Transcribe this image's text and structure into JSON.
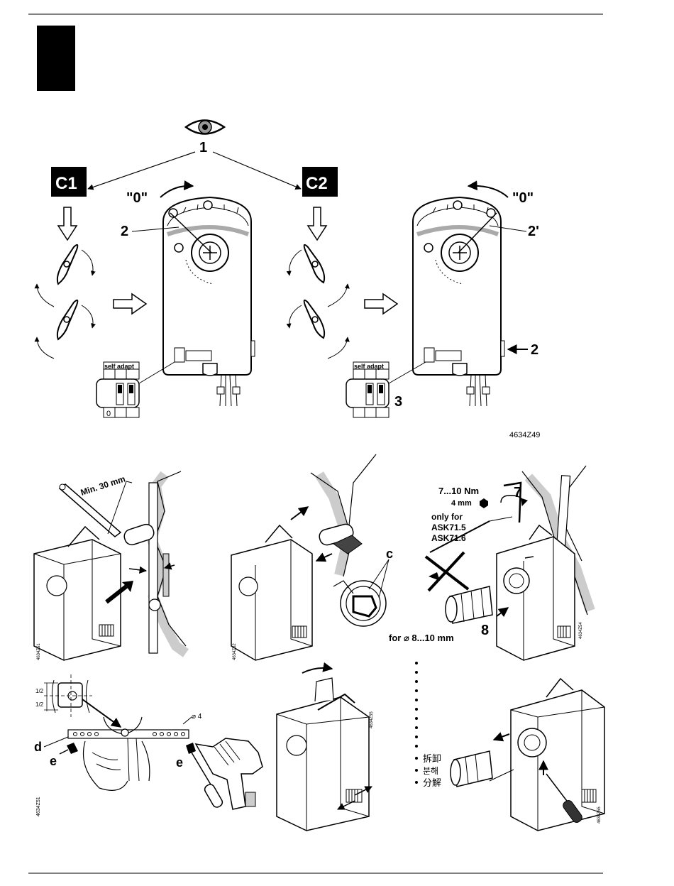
{
  "labels": {
    "c1": "C1",
    "c2": "C2",
    "step_1": "1",
    "step_2_left": "2",
    "step_2_prime": "2'",
    "step_2_right": "2",
    "step_3": "3",
    "zero_left": "\"0\"",
    "zero_right": "\"0\"",
    "self_adapt_left": "self adapt",
    "self_adapt_right": "self adapt",
    "switch_zero": "0",
    "fig_code_top": "4634Z49",
    "min_30": "Min. 30 mm",
    "c_label": "c",
    "shaft_range": "for ⌀ 8...10 mm",
    "torque": "7...10 Nm",
    "hex": "4 mm",
    "only_for": "only for",
    "ask715": "ASK71.5",
    "ask716": "ASK71.6",
    "step_7": "7",
    "step_8": "8",
    "d_label": "d",
    "e_left": "e",
    "e_right": "e",
    "half_top": "1/2",
    "half_bot": "1/2",
    "dia4": "⌀ 4",
    "zh_simplified": "拆卸",
    "zh_korean": "분해",
    "zh_traditional": "分解",
    "fig_code_left": "4634Z51",
    "fig_code_mid": "4634Z52",
    "fig_code_right": "4634Z54",
    "fig_code_bl": "4634Z51",
    "fig_code_bm": "4634Z55",
    "fig_code_br": "4634Z55"
  }
}
